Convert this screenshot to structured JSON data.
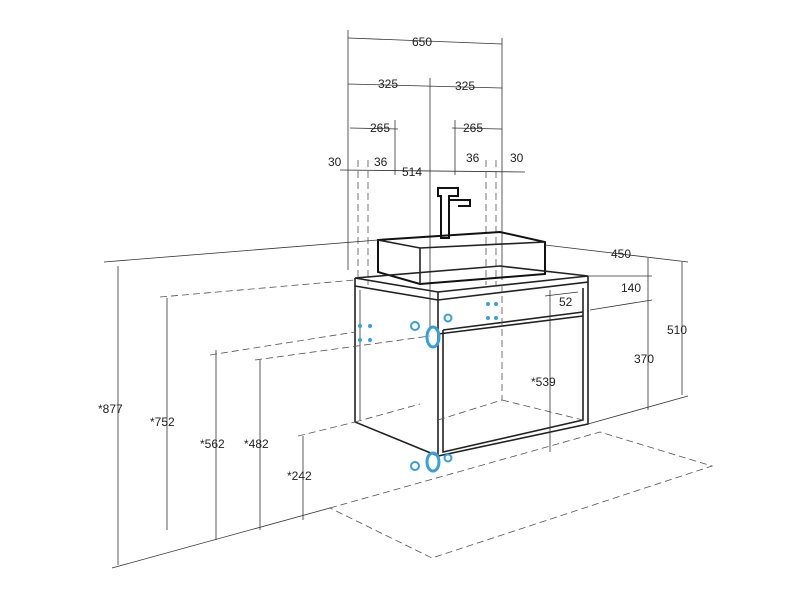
{
  "dimensions": {
    "total_width": "650",
    "half_left": "325",
    "half_right": "325",
    "offset_left": "265",
    "offset_right": "265",
    "edge_left": "30",
    "gap_left": "36",
    "center": "514",
    "gap_right": "36",
    "edge_right": "30",
    "depth": "450",
    "top_panel": "140",
    "offset_52": "52",
    "mid_height": "370",
    "total_height": "510",
    "inner_height": "*539",
    "height_877": "*877",
    "height_752": "*752",
    "height_562": "*562",
    "height_482": "*482",
    "height_242": "*242"
  },
  "colors": {
    "line": "#222222",
    "accent_blue": "#3a9fd6"
  }
}
